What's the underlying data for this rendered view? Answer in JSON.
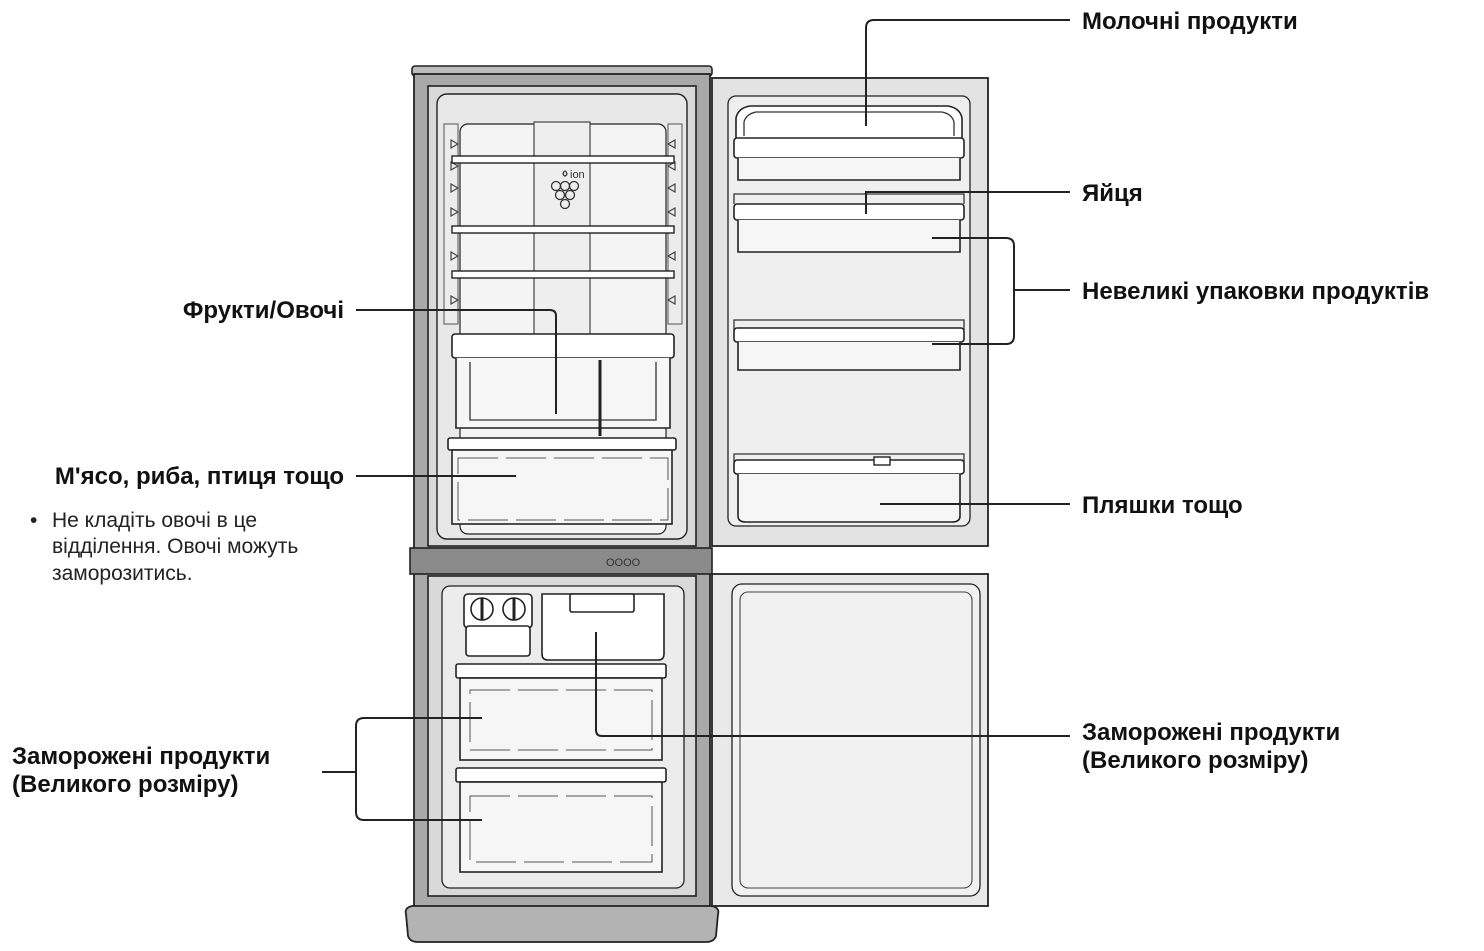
{
  "labels": {
    "dairy": "Молочні продукти",
    "eggs": "Яйця",
    "small_packs": "Невеликі упаковки продуктів",
    "bottles": "Пляшки тощо",
    "fruit_veg": "Фрукти/Овочі",
    "meat_fish": "М'ясо, риба, птиця тощо",
    "meat_note": {
      "bullet": "•",
      "line1": "Не кладіть овочі в це",
      "line2": "відділення. Овочі можуть",
      "line3": "заморозитись."
    },
    "frozen_left": {
      "line1": "Заморожені продукти",
      "line2": "(Великого розміру)"
    },
    "frozen_right": {
      "line1": "Заморожені продукти",
      "line2": "(Великого розміру)"
    }
  },
  "fridge": {
    "ion_label": "ion",
    "panel_text": "OOOO"
  }
}
